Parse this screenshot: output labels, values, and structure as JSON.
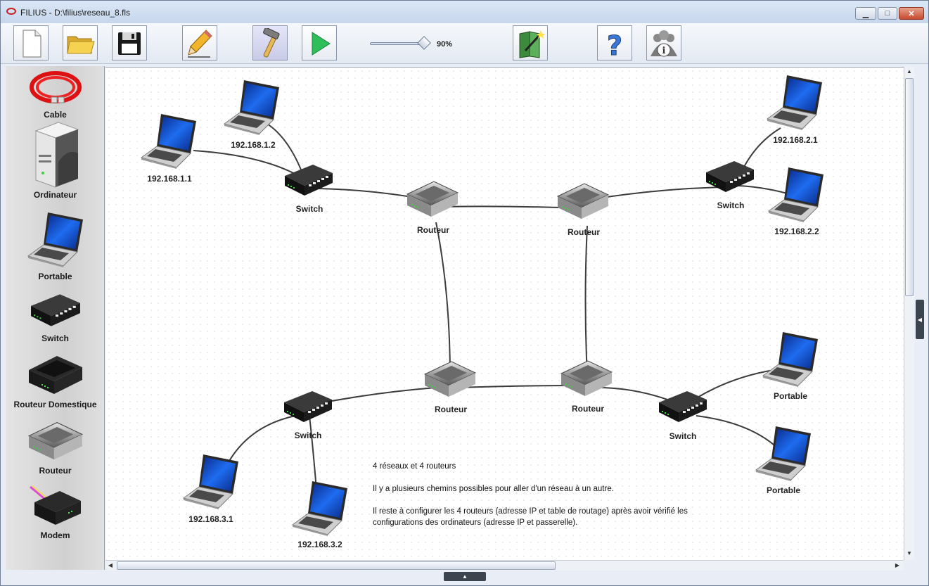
{
  "window": {
    "title": "FILIUS - D:\\filius\\reseau_8.fls"
  },
  "toolbar": {
    "zoom": "90%",
    "zoom_level": 0.9,
    "buttons": [
      {
        "name": "new-file",
        "icon": "new-document-icon"
      },
      {
        "name": "open-file",
        "icon": "folder-icon"
      },
      {
        "name": "save-file",
        "icon": "floppy-disk-icon"
      },
      {
        "name": "design-mode",
        "icon": "pencil-icon"
      },
      {
        "name": "build-mode",
        "icon": "hammer-icon"
      },
      {
        "name": "simulation-mode",
        "icon": "play-icon"
      },
      {
        "name": "wizard",
        "icon": "magic-wand-book-icon"
      },
      {
        "name": "help",
        "icon": "question-mark-icon"
      },
      {
        "name": "about",
        "icon": "info-group-icon"
      }
    ]
  },
  "palette": {
    "items": [
      {
        "label": "Cable",
        "icon": "cable-icon"
      },
      {
        "label": "Ordinateur",
        "icon": "server-icon"
      },
      {
        "label": "Portable",
        "icon": "laptop-icon"
      },
      {
        "label": "Switch",
        "icon": "switch-icon"
      },
      {
        "label": "Routeur Domestique",
        "icon": "home-router-icon"
      },
      {
        "label": "Routeur",
        "icon": "router-icon"
      },
      {
        "label": "Modem",
        "icon": "modem-icon"
      }
    ]
  },
  "canvas": {
    "nodes": [
      {
        "type": "laptop",
        "label": "192.168.1.2"
      },
      {
        "type": "laptop",
        "label": "192.168.1.1"
      },
      {
        "type": "switch",
        "label": "Switch"
      },
      {
        "type": "router",
        "label": "Routeur"
      },
      {
        "type": "router",
        "label": "Routeur"
      },
      {
        "type": "switch",
        "label": "Switch"
      },
      {
        "type": "laptop",
        "label": "192.168.2.1"
      },
      {
        "type": "laptop",
        "label": "192.168.2.2"
      },
      {
        "type": "router",
        "label": "Routeur"
      },
      {
        "type": "router",
        "label": "Routeur"
      },
      {
        "type": "switch",
        "label": "Switch"
      },
      {
        "type": "laptop",
        "label": "192.168.3.1"
      },
      {
        "type": "laptop",
        "label": "192.168.3.2"
      },
      {
        "type": "switch",
        "label": "Switch"
      },
      {
        "type": "laptop",
        "label": "Portable"
      },
      {
        "type": "laptop",
        "label": "Portable"
      }
    ],
    "note": [
      "4 réseaux et 4 routeurs",
      "Il y a plusieurs chemins possibles pour aller d'un réseau à un autre.",
      "Il reste à configurer les 4 routeurs (adresse IP et table de routage) après avoir vérifié les configurations des ordinateurs (adresse IP et passerelle)."
    ]
  }
}
